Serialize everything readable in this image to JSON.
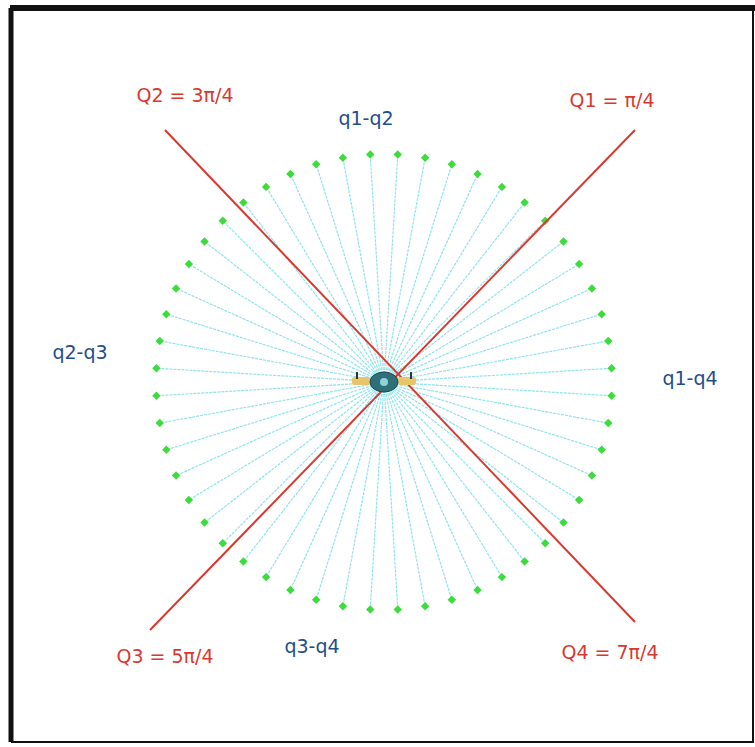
{
  "diagram": {
    "labels": [
      "Q2 = 3π/4",
      "q1-q2",
      "Q1 = π/4",
      "q2-q3",
      "q1-q4",
      "Q3 = 5π/4",
      "q3-q4",
      "Q4 = 7π/4"
    ]
  }
}
